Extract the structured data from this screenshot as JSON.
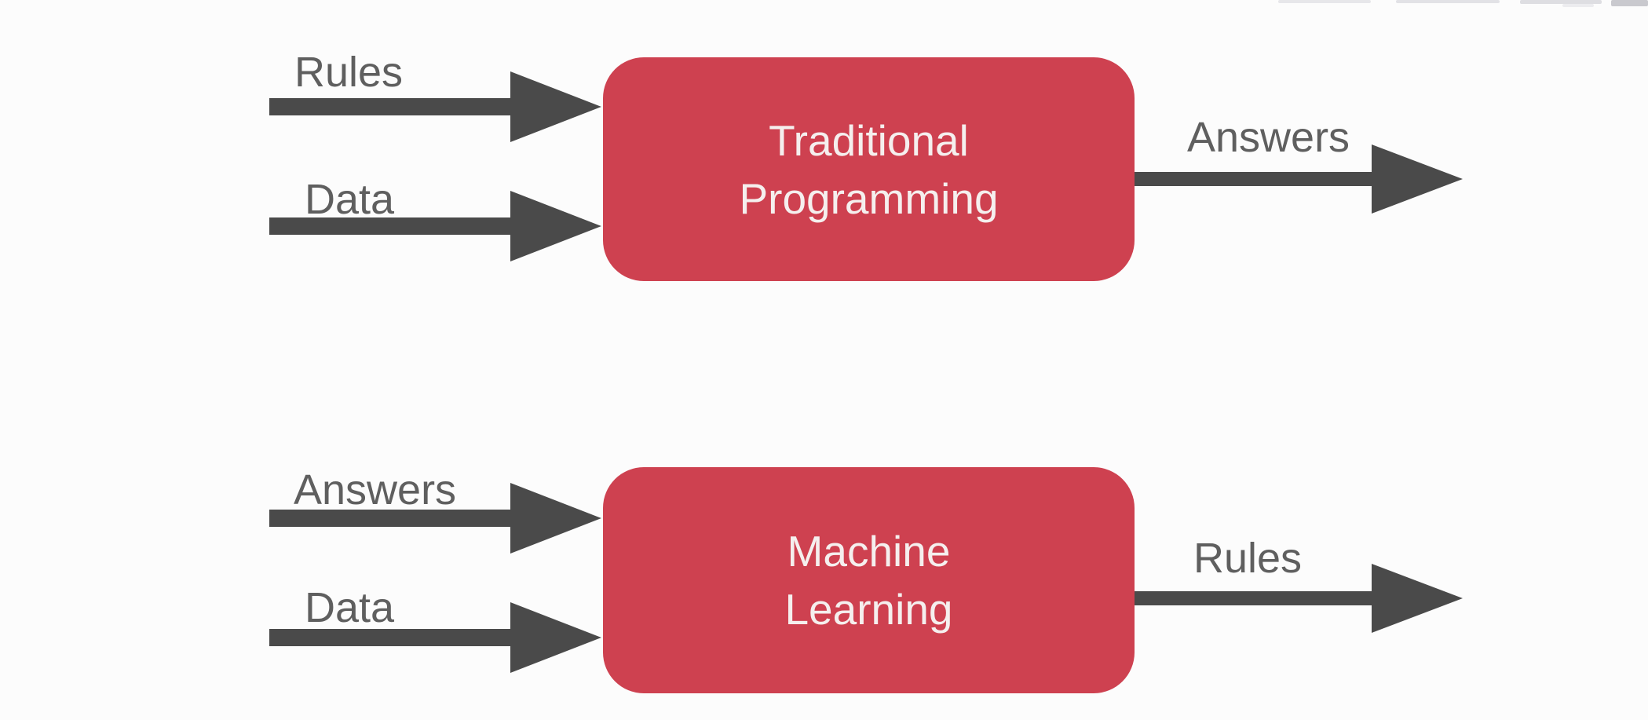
{
  "diagrams": [
    {
      "id": "traditional-programming",
      "inputs": [
        "Rules",
        "Data"
      ],
      "box_lines": [
        "Traditional",
        "Programming"
      ],
      "output": "Answers"
    },
    {
      "id": "machine-learning",
      "inputs": [
        "Answers",
        "Data"
      ],
      "box_lines": [
        "Machine",
        "Learning"
      ],
      "output": "Rules"
    }
  ],
  "colors": {
    "box_fill": "#ce4150",
    "box_text": "#f5efee",
    "arrow": "#4a4a4a",
    "label_text": "#5f5f5f",
    "background": "#fcfcfc"
  }
}
